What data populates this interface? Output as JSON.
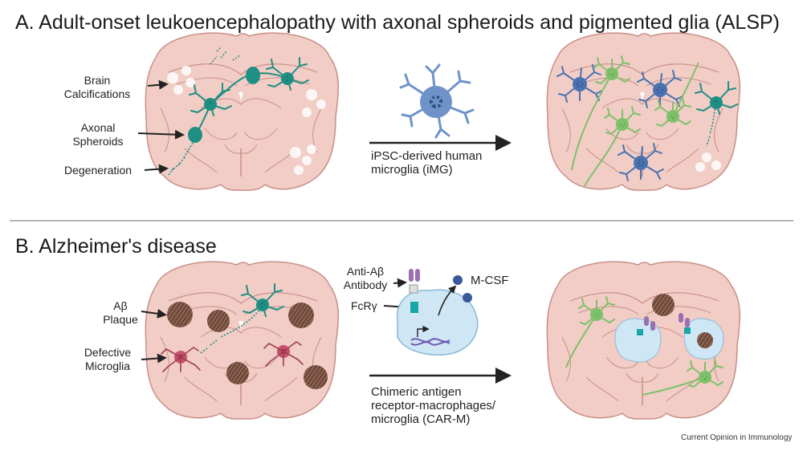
{
  "panel_a": {
    "title": "A. Adult-onset leukoencephalopathy with axonal spheroids and pigmented glia (ALSP)",
    "labels": {
      "calc_1": "Brain",
      "calc_2": "Calcifications",
      "sph_1": "Axonal",
      "sph_2": "Spheroids",
      "degeneration": "Degeneration"
    },
    "therapy_1": "iPSC-derived human",
    "therapy_2": "microglia (iMG)"
  },
  "panel_b": {
    "title": "B. Alzheimer's disease",
    "labels": {
      "plaque_1": "Aβ",
      "plaque_2": "Plaque",
      "defective_1": "Defective",
      "defective_2": "Microglia",
      "antibody_1": "Anti-Aβ",
      "antibody_2": "Antibody",
      "fcr": "FcRγ",
      "mcsf": "M-CSF"
    },
    "therapy_1": "Chimeric antigen",
    "therapy_2": "receptor-macrophages/",
    "therapy_3": "microglia (CAR-M)"
  },
  "credit": "Current Opinion in Immunology",
  "colors": {
    "brain_fill": "#f1cdc6",
    "brain_outline": "#c98e88",
    "teal_neuron": "#1f8f83",
    "blue_microglia": "#4a72b0",
    "green_microglia": "#7fc06a",
    "defective_microglia": "#c8506e",
    "plaque": "#6a4a3a",
    "macrophage": "#cfe7f5",
    "antibody": "#9b6fb0",
    "receptor": "#1aa6a6",
    "divider": "#8a8a8a"
  }
}
